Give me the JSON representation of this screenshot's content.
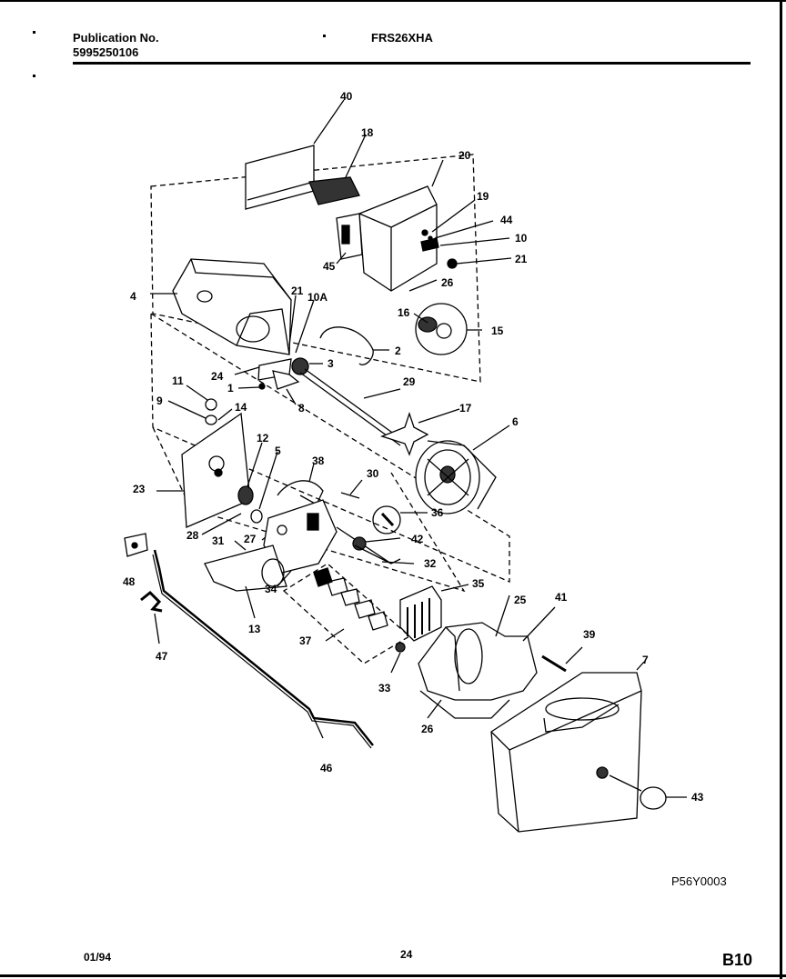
{
  "header": {
    "publication_label": "Publication No.",
    "publication_number": "5995250106",
    "model": "FRS26XHA"
  },
  "diagram": {
    "drawing_code": "P56Y0003",
    "callouts": [
      "40",
      "18",
      "20",
      "19",
      "44",
      "10",
      "21",
      "45",
      "26",
      "4",
      "21",
      "10A",
      "16",
      "15",
      "2",
      "3",
      "24",
      "1",
      "8",
      "29",
      "11",
      "9",
      "14",
      "17",
      "6",
      "12",
      "5",
      "23",
      "28",
      "27",
      "31",
      "38",
      "30",
      "36",
      "42",
      "32",
      "35",
      "34",
      "48",
      "13",
      "47",
      "37",
      "33",
      "25",
      "41",
      "39",
      "26",
      "7",
      "43",
      "46"
    ]
  },
  "footer": {
    "date": "01/94",
    "page_number": "24",
    "page_code": "B10"
  }
}
